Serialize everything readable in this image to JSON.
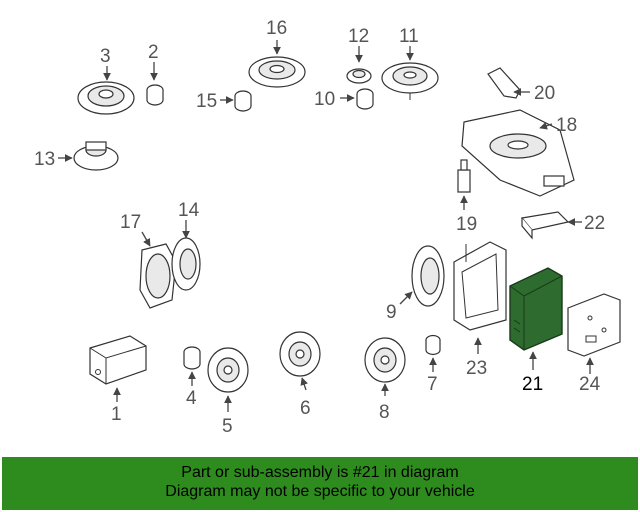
{
  "banner": {
    "line1": "Part or sub-assembly is #21 in diagram",
    "line2": "Diagram may not be specific to your vehicle"
  },
  "highlighted_part": "21",
  "colors": {
    "highlight": "#2e6b2e",
    "banner": "#2e8b1e"
  },
  "parts": {
    "p1": "1",
    "p2": "2",
    "p3": "3",
    "p4": "4",
    "p5": "5",
    "p6": "6",
    "p7": "7",
    "p8": "8",
    "p9": "9",
    "p10": "10",
    "p11": "11",
    "p12": "12",
    "p13": "13",
    "p14": "14",
    "p15": "15",
    "p16": "16",
    "p17": "17",
    "p18": "18",
    "p19": "19",
    "p20": "20",
    "p21": "21",
    "p22": "22",
    "p23": "23",
    "p24": "24"
  }
}
